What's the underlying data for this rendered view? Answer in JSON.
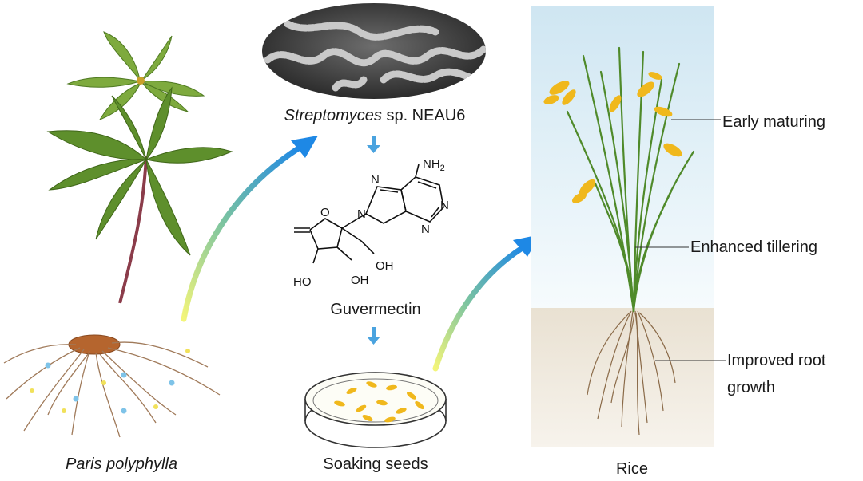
{
  "panels": {
    "plant": {
      "label": "Paris polyphylla"
    },
    "microbe": {
      "genus": "Streptomyces",
      "strain": " sp. NEAU6"
    },
    "compound": {
      "name": "Guvermectin",
      "atoms": {
        "nh2": "NH",
        "nh2_sub": "2",
        "n1": "N",
        "n2": "N",
        "n3": "N",
        "n4": "N",
        "o_ring": "O",
        "oh1": "HO",
        "oh2": "OH",
        "oh3": "OH"
      }
    },
    "seeds": {
      "label": "Soaking seeds"
    },
    "rice": {
      "label": "Rice",
      "annotations": {
        "early": "Early maturing",
        "tillering": "Enhanced tillering",
        "root_line1": "Improved root",
        "root_line2": "growth"
      }
    }
  },
  "colors": {
    "arrow_blue": "#1e88e5",
    "arrow_start": "#f3f57a",
    "small_arrow": "#4aa3df",
    "sky_top": "#cfe6f2",
    "soil": "#e6ddcc",
    "leaf": "#5b8f2e",
    "grain": "#f0b81c",
    "root": "#8a6a48"
  }
}
